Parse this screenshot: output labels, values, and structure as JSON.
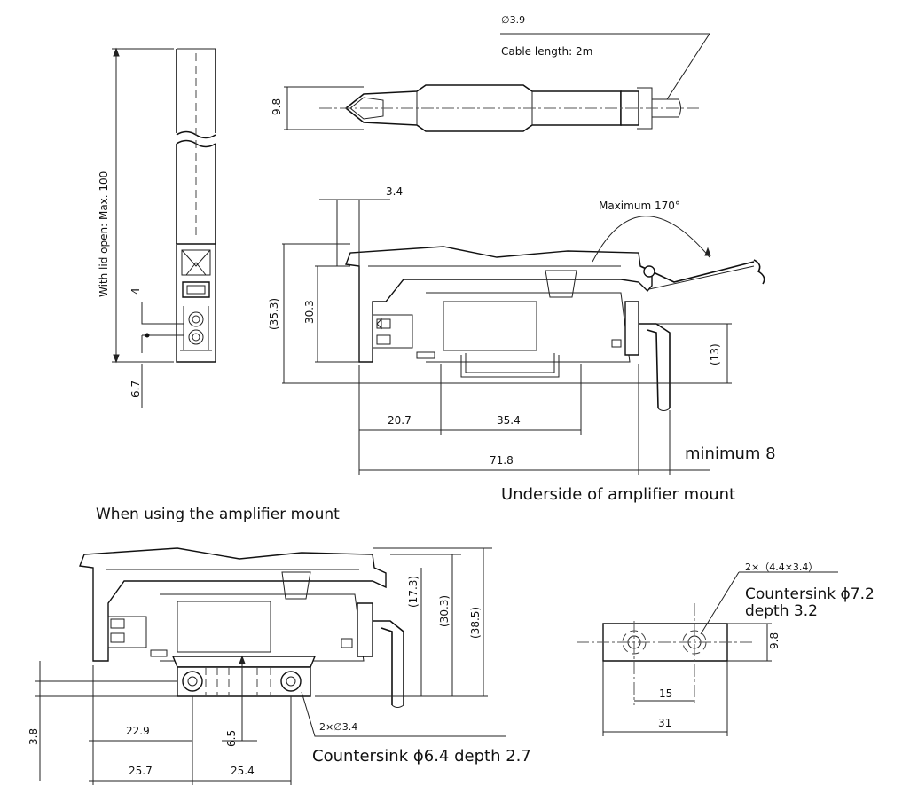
{
  "labels": {
    "diameter": "∅3.9",
    "cable_length": "Cable length: 2m",
    "h_9_8": "9.8",
    "lid_open": "With lid open: Max. 100",
    "v_4": "4",
    "v_6_7": "6.7",
    "dim_3_4": "3.4",
    "max_angle": "Maximum 170°",
    "v_35_3": "(35.3)",
    "v_30_3": "30.3",
    "v_13": "(13)",
    "dim_20_7": "20.7",
    "dim_35_4": "35.4",
    "dim_71_8": "71.8",
    "minimum_8": "minimum 8",
    "underside": "Underside of amplifier mount",
    "when_using": "When using the amplifier mount",
    "v_17_3": "(17.3)",
    "v_30_3b": "(30.3)",
    "v_38_5": "(38.5)",
    "dim_3_8": "3.8",
    "dim_22_9": "22.9",
    "dim_6_5": "6.5",
    "holes_2x": "2×∅3.4",
    "countersink_6_4": "Countersink ϕ6.4 depth 2.7",
    "dim_25_7": "25.7",
    "dim_25_4": "25.4",
    "slot_2x": "2×（4.4×3.4）",
    "countersink_7_2_a": "Countersink ϕ7.2",
    "countersink_7_2_b": "depth 3.2",
    "h_9_8b": "9.8",
    "dim_15": "15",
    "dim_31": "31"
  }
}
